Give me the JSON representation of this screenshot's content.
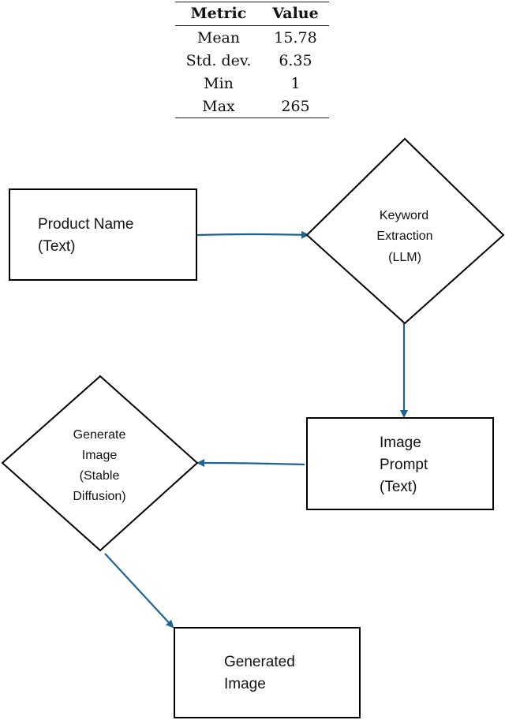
{
  "table": {
    "headers": [
      "Metric",
      "Value"
    ],
    "rows": [
      [
        "Mean",
        "15.78"
      ],
      [
        "Std. dev.",
        "6.35"
      ],
      [
        "Min",
        "1"
      ],
      [
        "Max",
        "265"
      ]
    ]
  },
  "diagram": {
    "nodes": {
      "product_name": {
        "lines": [
          "Product Name",
          "(Text)"
        ]
      },
      "keyword_extraction": {
        "lines": [
          "Keyword",
          "Extraction",
          "(LLM)"
        ]
      },
      "image_prompt": {
        "lines": [
          "Image",
          "Prompt",
          "(Text)"
        ]
      },
      "generate_image": {
        "lines": [
          "Generate",
          "Image",
          "(Stable",
          "Diffusion)"
        ]
      },
      "generated_image": {
        "lines": [
          "Generated",
          "Image"
        ]
      }
    },
    "colors": {
      "edge": "#1f6391",
      "node_stroke": "#000000"
    }
  }
}
